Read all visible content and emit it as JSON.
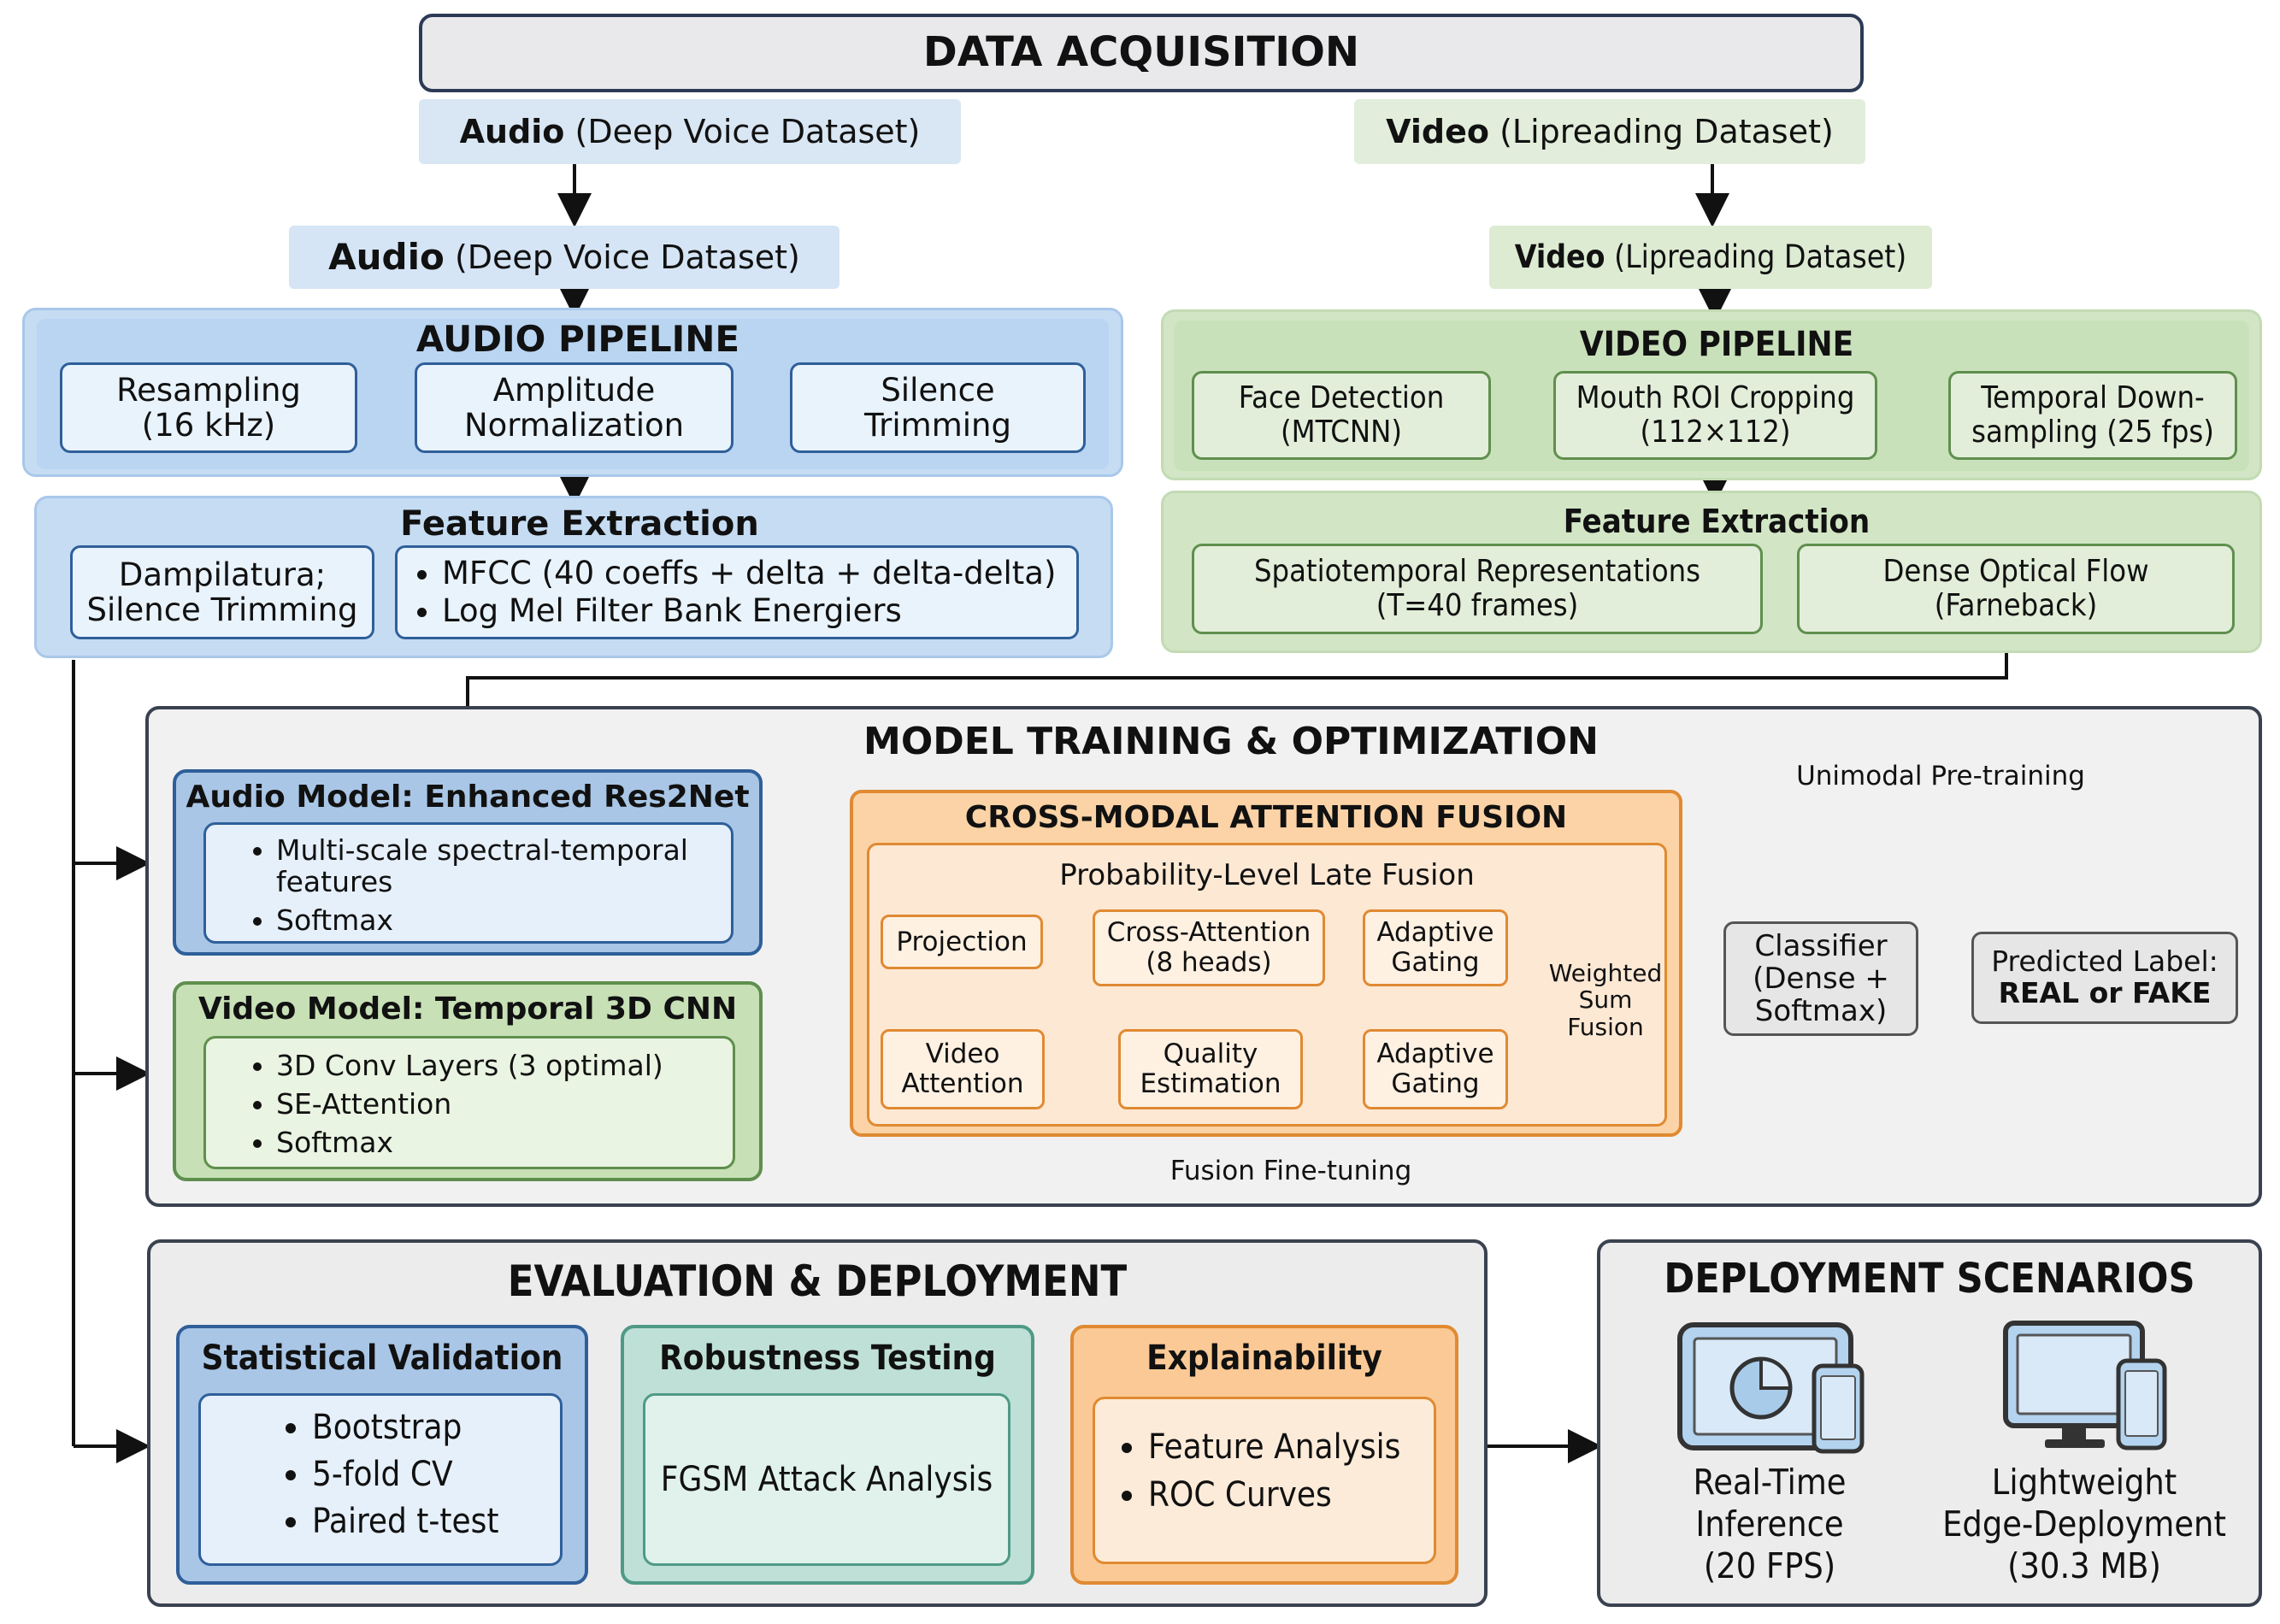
{
  "acquisition": {
    "title": "DATA ACQUISITION",
    "audio_bold": "Audio",
    "audio_rest": "(Deep Voice Dataset)",
    "video_bold": "Video",
    "video_rest": "(Lipreading Dataset)"
  },
  "audio_pipeline": {
    "source_bold": "Audio",
    "source_rest": "(Deep Voice Dataset)",
    "title": "AUDIO PIPELINE",
    "steps": [
      "Resampling\n(16 kHz)",
      "Amplitude\nNormalization",
      "Silence\nTrimming"
    ],
    "feature_title": "Feature Extraction",
    "feature_left": "Dampilatura;\nSilence Trimming",
    "feature_items": [
      "MFCC (40 coeffs + delta + delta-delta)",
      "Log Mel Filter Bank Energiers"
    ]
  },
  "video_pipeline": {
    "source_bold": "Video",
    "source_rest": "(Lipreading Dataset)",
    "title": "VIDEO PIPELINE",
    "steps": [
      "Face Detection\n(MTCNN)",
      "Mouth ROI Cropping\n(112×112)",
      "Temporal Down-\nsampling (25 fps)"
    ],
    "feature_title": "Feature Extraction",
    "features": [
      "Spatiotemporal Representations\n(T=40 frames)",
      "Dense Optical Flow\n(Farneback)"
    ]
  },
  "training": {
    "title": "MODEL TRAINING & OPTIMIZATION",
    "audio_model": {
      "title": "Audio Model: Enhanced Res2Net",
      "items": [
        "Multi-scale spectral-temporal features",
        "Softmax"
      ]
    },
    "video_model": {
      "title": "Video Model: Temporal 3D CNN",
      "items": [
        "3D Conv Layers (3 optimal)",
        "SE-Attention",
        "Softmax"
      ]
    },
    "fusion": {
      "title": "CROSS-MODAL ATTENTION FUSION",
      "subtitle": "Probability-Level Late Fusion",
      "projection": "Projection",
      "video_attention": "Video\nAttention",
      "cross_attention": "Cross-Attention\n(8 heads)",
      "quality_estimation": "Quality\nEstimation",
      "adaptive_gating_top": "Adaptive\nGating",
      "adaptive_gating_bottom": "Adaptive\nGating",
      "weighted_sum": "Weighted\nSum\nFusion"
    },
    "classifier": "Classifier\n(Dense +\nSoftmax)",
    "predicted_label": "Predicted Label:",
    "predicted_value": "REAL or FAKE",
    "unimodal_label": "Unimodal Pre-training",
    "finetune_label": "Fusion Fine-tuning"
  },
  "evaluation": {
    "title": "EVALUATION & DEPLOYMENT",
    "statistical": {
      "title": "Statistical Validation",
      "items": [
        "Bootstrap",
        "5-fold CV",
        "Paired t-test"
      ]
    },
    "robustness": {
      "title": "Robustness Testing",
      "text": "FGSM Attack Analysis"
    },
    "explainability": {
      "title": "Explainability",
      "items": [
        "Feature Analysis",
        "ROC Curves"
      ]
    }
  },
  "deployment": {
    "title": "DEPLOYMENT SCENARIOS",
    "realtime": "Real-Time\nInference\n(20 FPS)",
    "edge": "Lightweight\nEdge-Deployment\n(30.3 MB)"
  },
  "colors": {
    "audio_blue": "#cfe2f6",
    "audio_border": "#2f5f9a",
    "video_green": "#dcebd2",
    "video_border": "#5f8f4e",
    "fusion_orange": "#fbd3a6",
    "fusion_border": "#e08a32",
    "teal": "#cde8e0",
    "panel_grey": "#efefef"
  }
}
